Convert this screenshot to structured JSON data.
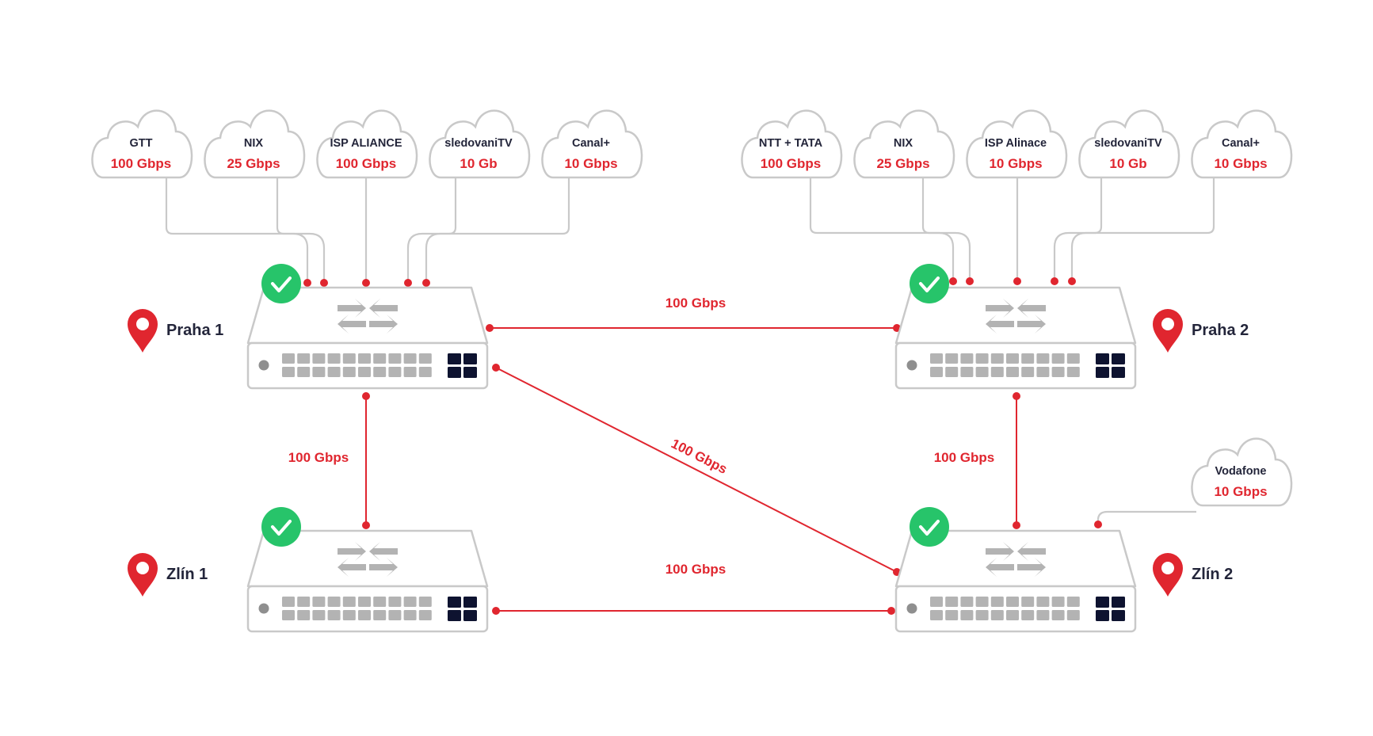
{
  "clouds": [
    {
      "name": "GTT",
      "speed": "100 Gbps"
    },
    {
      "name": "NIX",
      "speed": "25 Gbps"
    },
    {
      "name": "ISP ALIANCE",
      "speed": "100 Gbps"
    },
    {
      "name": "sledovaniTV",
      "speed": "10 Gb"
    },
    {
      "name": "Canal+",
      "speed": "10 Gbps"
    },
    {
      "name": "NTT + TATA",
      "speed": "100 Gbps"
    },
    {
      "name": "NIX",
      "speed": "25 Gbps"
    },
    {
      "name": "ISP Alinace",
      "speed": "10 Gbps"
    },
    {
      "name": "sledovaniTV",
      "speed": "10 Gb"
    },
    {
      "name": "Canal+",
      "speed": "10 Gbps"
    },
    {
      "name": "Vodafone",
      "speed": "10 Gbps"
    }
  ],
  "sites": [
    {
      "name": "Praha 1",
      "status": "online"
    },
    {
      "name": "Praha 2",
      "status": "online"
    },
    {
      "name": "Zlín 1",
      "status": "online"
    },
    {
      "name": "Zlín 2",
      "status": "online"
    }
  ],
  "links": [
    {
      "from": "Praha 1",
      "to": "Praha 2",
      "label": "100 Gbps"
    },
    {
      "from": "Praha 1",
      "to": "Zlín 1",
      "label": "100 Gbps"
    },
    {
      "from": "Praha 1",
      "to": "Zlín 2",
      "label": "100 Gbps"
    },
    {
      "from": "Praha 2",
      "to": "Zlín 2",
      "label": "100 Gbps"
    },
    {
      "from": "Zlín 1",
      "to": "Zlín 2",
      "label": "100 Gbps"
    }
  ],
  "colors": {
    "accent": "#e0262f",
    "status_ok": "#27c46a",
    "outline": "#c9c9c9",
    "text_dark": "#23253a",
    "port": "#b3b3b3",
    "uplink_port": "#0e1330"
  },
  "icons": {
    "status": "check-circle-icon",
    "location": "map-pin-icon",
    "switch": "network-switch-icon"
  }
}
